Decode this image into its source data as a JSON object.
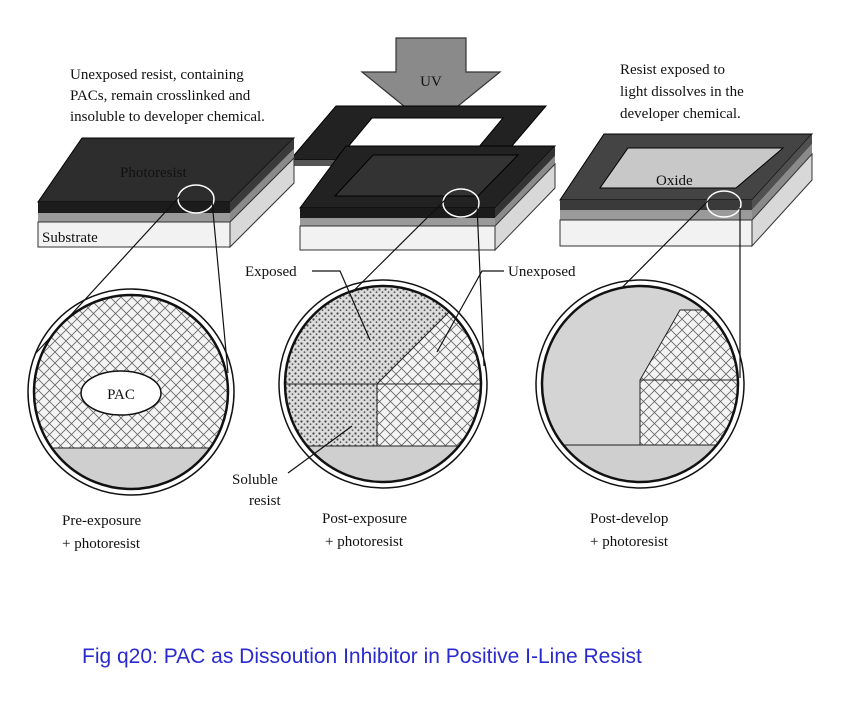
{
  "annotations": {
    "left_lines": [
      "Unexposed resist, containing",
      "PACs, remain crosslinked and",
      "insoluble to developer chemical."
    ],
    "right_lines": [
      "Resist exposed to",
      "light dissolves in the",
      "developer chemical."
    ],
    "uv": "UV"
  },
  "labels": {
    "photoresist": "Photoresist",
    "substrate": "Substrate",
    "oxide": "Oxide",
    "exposed": "Exposed",
    "unexposed": "Unexposed",
    "pac": "PAC",
    "soluble_line1": "Soluble",
    "soluble_line2": "resist"
  },
  "stages": [
    {
      "line1": "Pre-exposure",
      "line2": "+ photoresist"
    },
    {
      "line1": "Post-exposure",
      "line2": "+ photoresist"
    },
    {
      "line1": "Post-develop",
      "line2": "+ photoresist"
    }
  ],
  "caption": "Fig  q20: PAC as Dissoution Inhibitor in Positive I-Line Resist",
  "colors": {
    "caption": "#2a2ad0"
  }
}
